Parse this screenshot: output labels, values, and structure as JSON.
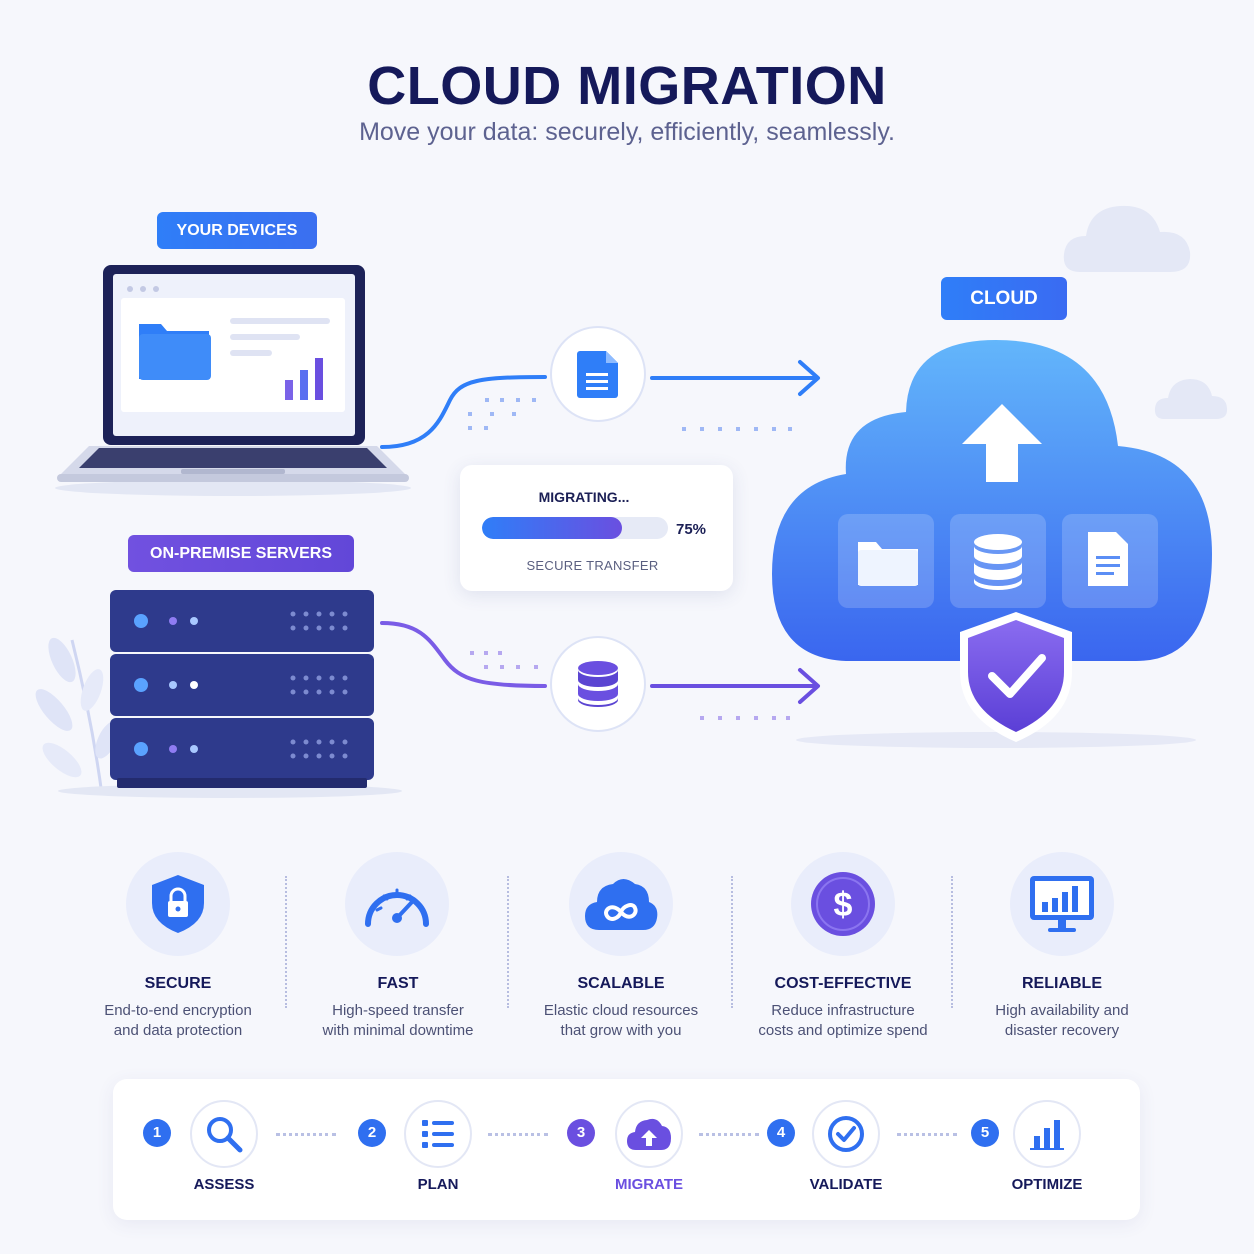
{
  "header": {
    "title": "CLOUD MIGRATION",
    "subtitle": "Move your data: securely, efficiently, seamlessly."
  },
  "sources": {
    "devices_label": "YOUR DEVICES",
    "servers_label": "ON-PREMISE SERVERS"
  },
  "destination": {
    "cloud_label": "CLOUD"
  },
  "progress": {
    "status": "MIGRATING...",
    "percent_text": "75%",
    "percent_value": 0.75,
    "caption": "SECURE TRANSFER"
  },
  "benefits": [
    {
      "icon": "shield-lock-icon",
      "title": "SECURE",
      "desc1": "End-to-end encryption",
      "desc2": "and data protection"
    },
    {
      "icon": "speedometer-icon",
      "title": "FAST",
      "desc1": "High-speed transfer",
      "desc2": "with minimal downtime"
    },
    {
      "icon": "cloud-infinity-icon",
      "title": "SCALABLE",
      "desc1": "Elastic cloud resources",
      "desc2": "that grow with you"
    },
    {
      "icon": "dollar-coin-icon",
      "title": "COST-EFFECTIVE",
      "desc1": "Reduce infrastructure",
      "desc2": "costs and optimize spend"
    },
    {
      "icon": "monitor-chart-icon",
      "title": "RELIABLE",
      "desc1": "High availability and",
      "desc2": "disaster recovery"
    }
  ],
  "steps": [
    {
      "num": "1",
      "icon": "magnifier-icon",
      "label": "ASSESS"
    },
    {
      "num": "2",
      "icon": "checklist-icon",
      "label": "PLAN"
    },
    {
      "num": "3",
      "icon": "cloud-upload-icon",
      "label": "MIGRATE"
    },
    {
      "num": "4",
      "icon": "check-circle-icon",
      "label": "VALIDATE"
    },
    {
      "num": "5",
      "icon": "bar-chart-icon",
      "label": "OPTIMIZE"
    }
  ],
  "colors": {
    "navy": "#15195a",
    "blue": "#2f7ef8",
    "purple": "#6a4fe0",
    "server": "#2e3a8c"
  }
}
